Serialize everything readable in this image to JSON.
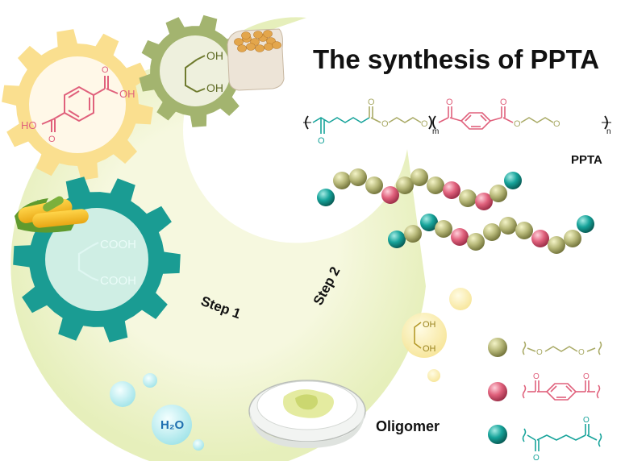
{
  "title": "The synthesis of PPTA",
  "polymer_label": "PPTA",
  "step1_label": "Step 1",
  "step2_label": "Step 2",
  "water_label": "H₂O",
  "oligomer_label": "Oligomer",
  "gears": {
    "terephthalic_acid": {
      "oh_right": "OH",
      "oh_left": "HO"
    },
    "propanediol": {
      "oh_top": "OH",
      "oh_bottom": "OH"
    },
    "adipic_acid": {
      "cooh_top": "COOH",
      "cooh_bottom": "COOH"
    }
  },
  "bubble_diol": {
    "oh_top": "OH",
    "oh_bottom": "OH"
  },
  "formula": {
    "sub_m": "m",
    "sub_n": "n"
  },
  "colors": {
    "olive": "#a9aa66",
    "pink": "#e0617c",
    "teal": "#16a39a",
    "gear_yellow": "#fadf8f",
    "gear_olive": "#a3b46f",
    "gear_teal": "#1a9c93",
    "ring": "#eef3c9"
  },
  "icons": [
    "corn-icon",
    "soybean-sack-icon",
    "petri-dish-icon",
    "bubble-icon"
  ]
}
